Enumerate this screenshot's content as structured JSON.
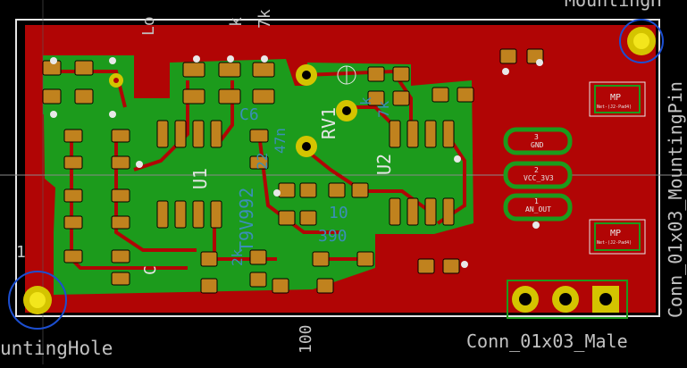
{
  "window": {
    "title": "KiCad PCB Editor"
  },
  "silk_texts": {
    "top_lo": "Lo",
    "top_k": "k",
    "top_7k": "7k",
    "top_mounting": "MountingH",
    "right_label": "Conn_01x03_MountingPin",
    "bottom_left": "untingHole",
    "bottom_100": "100",
    "bottom_conn": "Conn_01x03_Male",
    "ref_u1": "U1",
    "ref_u2": "U2",
    "ref_rv1": "RV1",
    "ref_c": "C",
    "ref_c6": "C6",
    "val_t9v992": "T9V992",
    "val_10": "10",
    "val_390": "390",
    "val_470": "47n",
    "val_22": "22",
    "val_2k": "2k",
    "val_k": "k",
    "val_1": "1",
    "val_7k2": "7k"
  },
  "connectors": {
    "pin3": {
      "num": "3",
      "name": "GND"
    },
    "pin2": {
      "num": "2",
      "name": "VCC_3V3"
    },
    "pin1": {
      "num": "1",
      "name": "AN_OUT"
    },
    "mp_top": {
      "title": "MP",
      "sub": "Net-(J2-Pad4)"
    },
    "mp_bot": {
      "title": "MP",
      "sub": "Net-(J2-Pad4)"
    }
  },
  "colors": {
    "background": "#000000",
    "copper_front": "#b10505",
    "copper_back": "#1c9b1c",
    "pad": "#c0821e",
    "via_gold": "#d4c400",
    "silk": "#c2c2c2",
    "outline": "#e6e6e6",
    "blue_silk": "#3a8fb7",
    "courtyard": "#ff26e2"
  }
}
